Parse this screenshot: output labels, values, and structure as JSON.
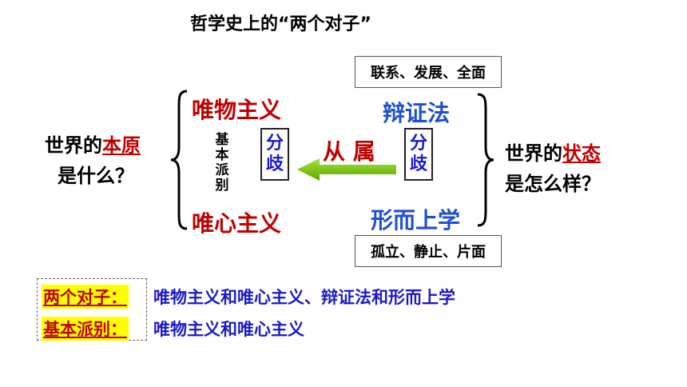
{
  "title": "哲学史上的“两个对子”",
  "left_question": {
    "line1_prefix": "世界的",
    "line1_highlight": "本原",
    "line2": "是什么？"
  },
  "right_question": {
    "line1_prefix": "世界的",
    "line1_highlight": "状态",
    "line2": "是怎么样？"
  },
  "left_group": {
    "top": "唯物主义",
    "bottom": "唯心主义",
    "vertical_label": [
      "基",
      "本",
      "派",
      "别"
    ],
    "box_chars": [
      "分",
      "歧"
    ]
  },
  "right_group": {
    "top": "辩证法",
    "bottom": "形而上学",
    "box_chars": [
      "分",
      "歧"
    ],
    "top_note": "联系、发展、全面",
    "bottom_note": "孤立、静止、片面"
  },
  "arrow_label": "从 属",
  "summary": [
    {
      "label": "两个对子：",
      "text": "唯物主义和唯心主义、辩证法和形而上学"
    },
    {
      "label": "基本派别：",
      "text": "唯物主义和唯心主义"
    }
  ],
  "colors": {
    "red": "#c00000",
    "blue": "#1f4fd1",
    "arrow": "#80cc00",
    "highlight": "#ffff00"
  }
}
